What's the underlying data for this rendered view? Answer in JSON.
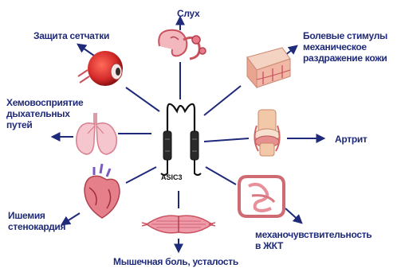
{
  "center": {
    "label": "ASIC3"
  },
  "labels": {
    "hearing": "Слух",
    "retina": "Защита сетчатки",
    "pain": "Болевые стимулы\nмеханическое\nраздражение кожи",
    "chemo": "Хемовосприятие\nдыхательных\nпутей",
    "arthritis": "Артрит",
    "ischemia": "Ишемия\nстенокардия",
    "gi": "механочувствительность\nв ЖКТ",
    "muscle": "Мышечная боль, усталость"
  },
  "icons": [
    "ear-icon",
    "eye-icon",
    "skin-icon",
    "lungs-icon",
    "knee-joint-icon",
    "heart-icon",
    "intestine-icon",
    "muscle-icon",
    "ion-channel-icon"
  ],
  "colors": {
    "arrow": "#1f2a7a",
    "text": "#1f2a7a",
    "organ": "#e87a8c",
    "eye": "#d42a2a"
  }
}
